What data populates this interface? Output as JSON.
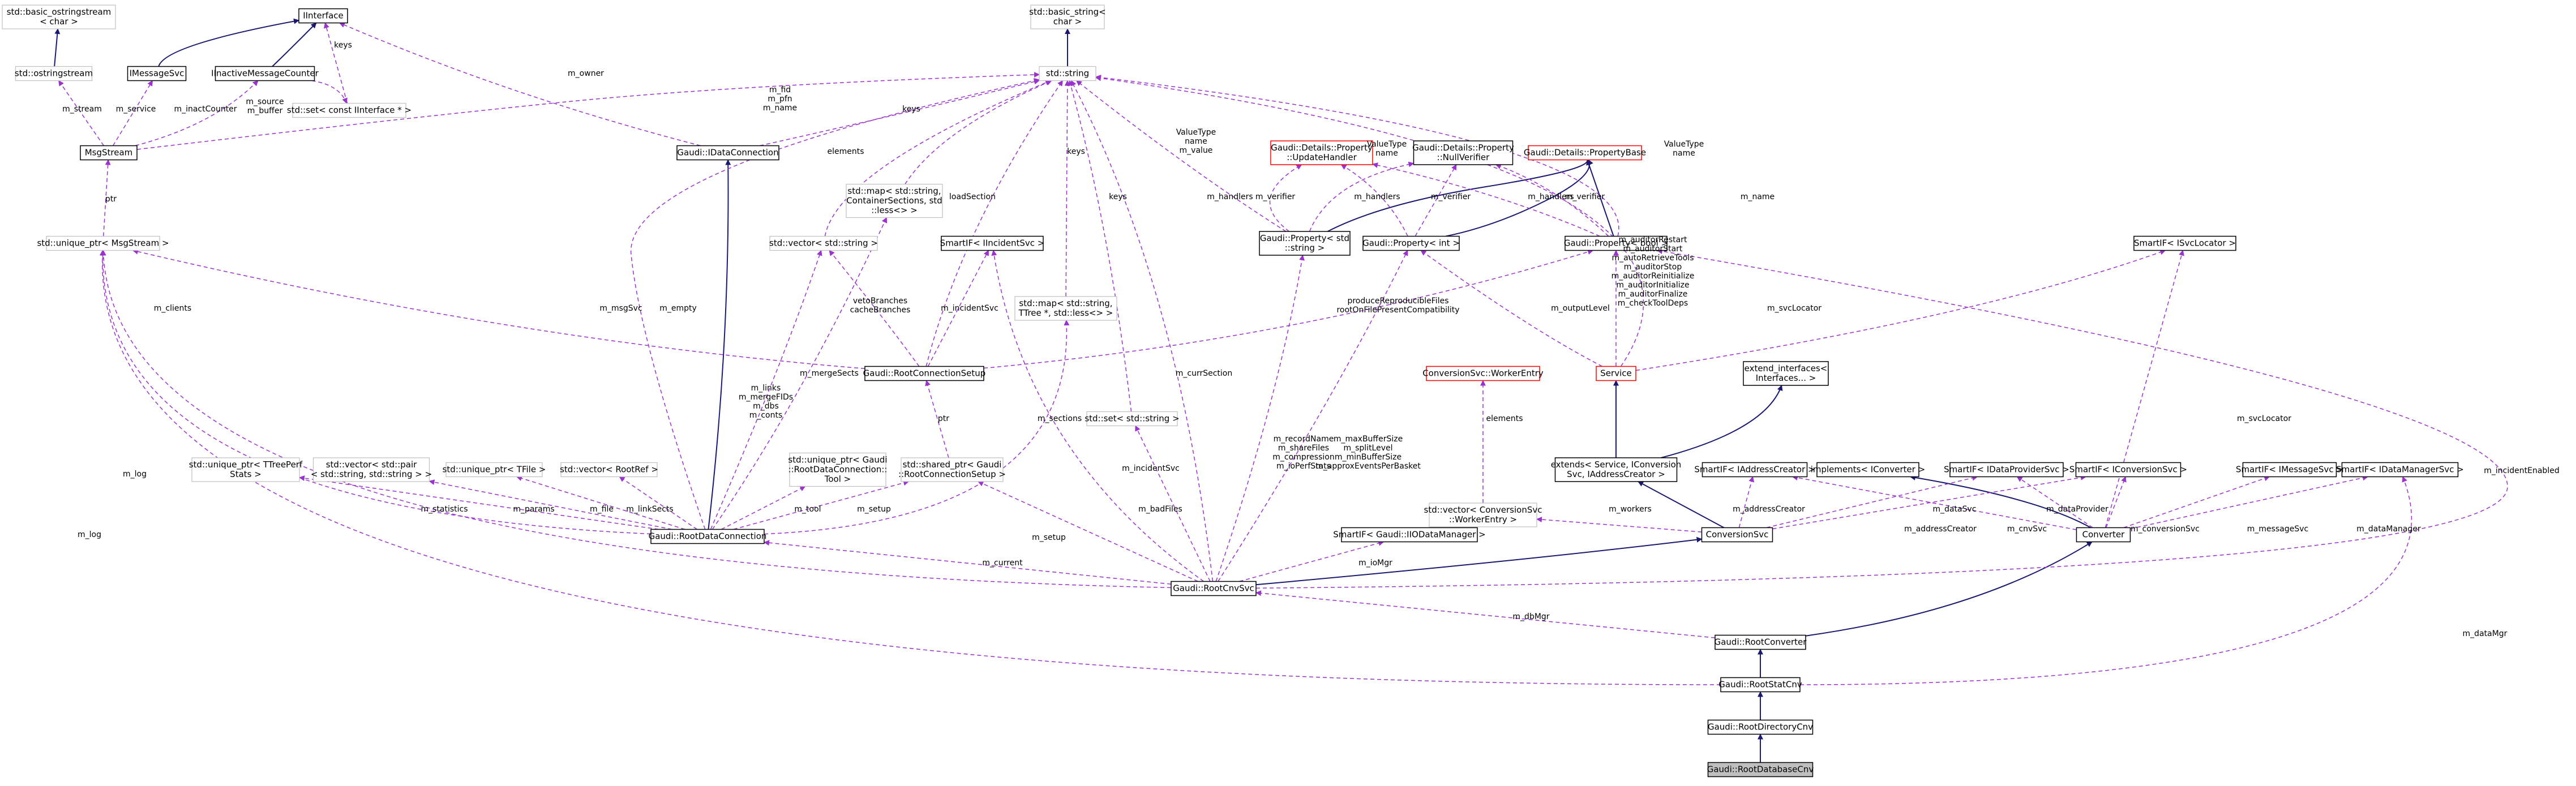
{
  "title": "",
  "colors": {
    "black_border": "#000000",
    "grey_border": "#bfbfbf",
    "red_border": "#ff0000",
    "inheritance_edge": "#191970",
    "usage_edge": "#9a32cd",
    "focus_fill": "#bfbfbf",
    "node_fill": "#ffffff"
  },
  "nodes": [
    {
      "id": "ostream_char",
      "lines": [
        "std::basic_ostringstream",
        "< char >"
      ],
      "style": "grey"
    },
    {
      "id": "ostringstream",
      "lines": [
        "std::ostringstream"
      ],
      "style": "grey"
    },
    {
      "id": "msgstream",
      "lines": [
        "MsgStream"
      ],
      "style": "black"
    },
    {
      "id": "interface",
      "lines": [
        "IInterface"
      ],
      "style": "black"
    },
    {
      "id": "imessagesvc",
      "lines": [
        "IMessageSvc"
      ],
      "style": "black"
    },
    {
      "id": "iinactive",
      "lines": [
        "IInactiveMessageCounter"
      ],
      "style": "black"
    },
    {
      "id": "set_interface",
      "lines": [
        "std::set< const IInterface * >"
      ],
      "style": "grey"
    },
    {
      "id": "uptr_msgstream",
      "lines": [
        "std::unique_ptr< MsgStream >"
      ],
      "style": "grey"
    },
    {
      "id": "basic_string",
      "lines": [
        "std::basic_string<",
        "char >"
      ],
      "style": "grey"
    },
    {
      "id": "string",
      "lines": [
        "std::string"
      ],
      "style": "grey"
    },
    {
      "id": "idataconn",
      "lines": [
        "Gaudi::IDataConnection"
      ],
      "style": "black"
    },
    {
      "id": "vector_string",
      "lines": [
        "std::vector< std::string >"
      ],
      "style": "grey"
    },
    {
      "id": "map_container",
      "lines": [
        "std::map< std::string,",
        "ContainerSections, std",
        "::less<> >"
      ],
      "style": "grey"
    },
    {
      "id": "smartif_incident",
      "lines": [
        "SmartIF< IIncidentSvc >"
      ],
      "style": "black"
    },
    {
      "id": "map_ttree",
      "lines": [
        "std::map< std::string,",
        "TTree *, std::less<> >"
      ],
      "style": "grey"
    },
    {
      "id": "update_handler",
      "lines": [
        "Gaudi::Details::Property",
        "::UpdateHandler"
      ],
      "style": "red"
    },
    {
      "id": "null_verifier",
      "lines": [
        "Gaudi::Details::Property",
        "::NullVerifier"
      ],
      "style": "black"
    },
    {
      "id": "property_base",
      "lines": [
        "Gaudi::Details::PropertyBase"
      ],
      "style": "red"
    },
    {
      "id": "prop_string",
      "lines": [
        "Gaudi::Property< std",
        "::string >"
      ],
      "style": "black"
    },
    {
      "id": "prop_int",
      "lines": [
        "Gaudi::Property< int >"
      ],
      "style": "black"
    },
    {
      "id": "prop_bool",
      "lines": [
        "Gaudi::Property< bool >"
      ],
      "style": "black"
    },
    {
      "id": "smartif_svclocator",
      "lines": [
        "SmartIF< ISvcLocator >"
      ],
      "style": "black"
    },
    {
      "id": "rootconnsetup",
      "lines": [
        "Gaudi::RootConnectionSetup"
      ],
      "style": "black"
    },
    {
      "id": "set_string",
      "lines": [
        "std::set< std::string >"
      ],
      "style": "grey"
    },
    {
      "id": "workerentry",
      "lines": [
        "ConversionSvc::WorkerEntry"
      ],
      "style": "red"
    },
    {
      "id": "service",
      "lines": [
        "Service"
      ],
      "style": "red"
    },
    {
      "id": "extend_interfaces",
      "lines": [
        "extend_interfaces<",
        "Interfaces... >"
      ],
      "style": "black"
    },
    {
      "id": "uptr_ttreeperf",
      "lines": [
        "std::unique_ptr< TTreePerf",
        "Stats >"
      ],
      "style": "grey"
    },
    {
      "id": "vector_pair",
      "lines": [
        "std::vector< std::pair",
        "< std::string, std::string > >"
      ],
      "style": "grey"
    },
    {
      "id": "uptr_tfile",
      "lines": [
        "std::unique_ptr< TFile >"
      ],
      "style": "grey"
    },
    {
      "id": "vector_rootref",
      "lines": [
        "std::vector< RootRef >"
      ],
      "style": "grey"
    },
    {
      "id": "uptr_tool",
      "lines": [
        "std::unique_ptr< Gaudi",
        "::RootDataConnection::",
        "Tool >"
      ],
      "style": "grey"
    },
    {
      "id": "sptr_setup",
      "lines": [
        "std::shared_ptr< Gaudi",
        "::RootConnectionSetup >"
      ],
      "style": "grey"
    },
    {
      "id": "vector_workerentry",
      "lines": [
        "std::vector< ConversionSvc",
        "::WorkerEntry >"
      ],
      "style": "grey"
    },
    {
      "id": "extends_service",
      "lines": [
        "extends< Service, IConversion",
        "Svc, IAddressCreator >"
      ],
      "style": "black"
    },
    {
      "id": "smartif_addr",
      "lines": [
        "SmartIF< IAddressCreator >"
      ],
      "style": "black"
    },
    {
      "id": "implements_iconv",
      "lines": [
        "implements< IConverter >"
      ],
      "style": "black"
    },
    {
      "id": "smartif_dataprov",
      "lines": [
        "SmartIF< IDataProviderSvc >"
      ],
      "style": "black"
    },
    {
      "id": "smartif_convsvc",
      "lines": [
        "SmartIF< IConversionSvc >"
      ],
      "style": "black"
    },
    {
      "id": "smartif_msgsvc",
      "lines": [
        "SmartIF< IMessageSvc >"
      ],
      "style": "black"
    },
    {
      "id": "smartif_datamgr",
      "lines": [
        "SmartIF< IDataManagerSvc >"
      ],
      "style": "black"
    },
    {
      "id": "rootdataconn",
      "lines": [
        "Gaudi::RootDataConnection"
      ],
      "style": "black"
    },
    {
      "id": "smartif_iodm",
      "lines": [
        "SmartIF< Gaudi::IIODataManager >"
      ],
      "style": "black"
    },
    {
      "id": "conversionsvc",
      "lines": [
        "ConversionSvc"
      ],
      "style": "black"
    },
    {
      "id": "converter",
      "lines": [
        "Converter"
      ],
      "style": "black"
    },
    {
      "id": "rootcnvsvc",
      "lines": [
        "Gaudi::RootCnvSvc"
      ],
      "style": "black"
    },
    {
      "id": "rootconverter",
      "lines": [
        "Gaudi::RootConverter"
      ],
      "style": "black"
    },
    {
      "id": "rootstatcnv",
      "lines": [
        "Gaudi::RootStatCnv"
      ],
      "style": "black"
    },
    {
      "id": "rootdircnv",
      "lines": [
        "Gaudi::RootDirectoryCnv"
      ],
      "style": "black"
    },
    {
      "id": "rootdbcnv",
      "lines": [
        "Gaudi::RootDatabaseCnv"
      ],
      "style": "focus"
    }
  ],
  "edge_labels": [
    {
      "id": "l_stream",
      "lines": [
        "m_stream"
      ]
    },
    {
      "id": "l_service",
      "lines": [
        "m_service"
      ]
    },
    {
      "id": "l_inact",
      "lines": [
        "m_inactCounter"
      ]
    },
    {
      "id": "l_source",
      "lines": [
        "m_source",
        "m_buffer"
      ]
    },
    {
      "id": "l_keys_set",
      "lines": [
        "keys"
      ]
    },
    {
      "id": "l_owner",
      "lines": [
        "m_owner"
      ]
    },
    {
      "id": "l_fid",
      "lines": [
        "m_fid",
        "m_pfn",
        "m_name"
      ]
    },
    {
      "id": "l_ptr_msg",
      "lines": [
        "ptr"
      ]
    },
    {
      "id": "l_elements_vs",
      "lines": [
        "elements"
      ]
    },
    {
      "id": "l_keys_map",
      "lines": [
        "keys"
      ]
    },
    {
      "id": "l_keys_ttree",
      "lines": [
        "keys"
      ]
    },
    {
      "id": "l_keys_set2",
      "lines": [
        "keys"
      ]
    },
    {
      "id": "l_loadsection",
      "lines": [
        "loadSection"
      ]
    },
    {
      "id": "l_vt_name_value",
      "lines": [
        "ValueType",
        "name",
        "m_value"
      ]
    },
    {
      "id": "l_vt_name",
      "lines": [
        "ValueType",
        "name"
      ]
    },
    {
      "id": "l_vt_name2",
      "lines": [
        "ValueType",
        "name"
      ]
    },
    {
      "id": "l_handlers1",
      "lines": [
        "m_handlers"
      ]
    },
    {
      "id": "l_verifier1",
      "lines": [
        "m_verifier"
      ]
    },
    {
      "id": "l_handlers2",
      "lines": [
        "m_handlers"
      ]
    },
    {
      "id": "l_verifier2",
      "lines": [
        "m_verifier"
      ]
    },
    {
      "id": "l_handlers3",
      "lines": [
        "m_handlers"
      ]
    },
    {
      "id": "l_verifier3",
      "lines": [
        "m_verifier"
      ]
    },
    {
      "id": "l_name",
      "lines": [
        "m_name"
      ]
    },
    {
      "id": "l_clients",
      "lines": [
        "m_clients"
      ]
    },
    {
      "id": "l_empty",
      "lines": [
        "m_empty"
      ]
    },
    {
      "id": "l_msgsvc",
      "lines": [
        "m_msgSvc"
      ]
    },
    {
      "id": "l_veto",
      "lines": [
        "vetoBranches",
        "cacheBranches"
      ]
    },
    {
      "id": "l_incidentsvc1",
      "lines": [
        "m_incidentSvc"
      ]
    },
    {
      "id": "l_produce",
      "lines": [
        "produceReproducibleFiles",
        "rootOnFilePresentCompatibility"
      ]
    },
    {
      "id": "l_auditor",
      "lines": [
        "m_auditorRestart",
        "m_auditorStart",
        "m_autoRetrieveTools",
        "m_auditorStop",
        "m_auditorReinitialize",
        "m_auditorInitialize",
        "m_auditorFinalize",
        "m_checkToolDeps"
      ]
    },
    {
      "id": "l_outputlevel",
      "lines": [
        "m_outputLevel"
      ]
    },
    {
      "id": "l_svclocator",
      "lines": [
        "m_svcLocator"
      ]
    },
    {
      "id": "l_svclocator2",
      "lines": [
        "m_svcLocator"
      ]
    },
    {
      "id": "l_elements_we",
      "lines": [
        "elements"
      ]
    },
    {
      "id": "l_mergesects",
      "lines": [
        "m_mergeSects"
      ]
    },
    {
      "id": "l_links",
      "lines": [
        "m_links",
        "m_mergeFIDs",
        "m_dbs",
        "m_conts"
      ]
    },
    {
      "id": "l_ptr_setup",
      "lines": [
        "ptr"
      ]
    },
    {
      "id": "l_sections",
      "lines": [
        "m_sections"
      ]
    },
    {
      "id": "l_incidentsvc2",
      "lines": [
        "m_incidentSvc"
      ]
    },
    {
      "id": "l_cursection",
      "lines": [
        "m_currSection"
      ]
    },
    {
      "id": "l_recordname",
      "lines": [
        "m_recordName",
        "m_shareFiles",
        "m_compression",
        "m_ioPerfStats"
      ]
    },
    {
      "id": "l_maxbuffer",
      "lines": [
        "m_maxBufferSize",
        "m_splitLevel",
        "m_minBufferSize",
        "m_approxEventsPerBasket"
      ]
    },
    {
      "id": "l_log1",
      "lines": [
        "m_log"
      ]
    },
    {
      "id": "l_log2",
      "lines": [
        "m_log"
      ]
    },
    {
      "id": "l_statistics",
      "lines": [
        "m_statistics"
      ]
    },
    {
      "id": "l_params",
      "lines": [
        "m_params"
      ]
    },
    {
      "id": "l_file",
      "lines": [
        "m_file"
      ]
    },
    {
      "id": "l_linksects",
      "lines": [
        "m_linkSects"
      ]
    },
    {
      "id": "l_tool",
      "lines": [
        "m_tool"
      ]
    },
    {
      "id": "l_setup1",
      "lines": [
        "m_setup"
      ]
    },
    {
      "id": "l_setup2",
      "lines": [
        "m_setup"
      ]
    },
    {
      "id": "l_current",
      "lines": [
        "m_current"
      ]
    },
    {
      "id": "l_badfiles",
      "lines": [
        "m_badFiles"
      ]
    },
    {
      "id": "l_iomgr",
      "lines": [
        "m_ioMgr"
      ]
    },
    {
      "id": "l_workers",
      "lines": [
        "m_workers"
      ]
    },
    {
      "id": "l_addrcreator1",
      "lines": [
        "m_addressCreator"
      ]
    },
    {
      "id": "l_addrcreator2",
      "lines": [
        "m_addressCreator"
      ]
    },
    {
      "id": "l_datasvc",
      "lines": [
        "m_dataSvc"
      ]
    },
    {
      "id": "l_cnvsvc",
      "lines": [
        "m_cnvSvc"
      ]
    },
    {
      "id": "l_dataprovider",
      "lines": [
        "m_dataProvider"
      ]
    },
    {
      "id": "l_conversionsvc",
      "lines": [
        "m_conversionSvc"
      ]
    },
    {
      "id": "l_messagesvc",
      "lines": [
        "m_messageSvc"
      ]
    },
    {
      "id": "l_datamanager",
      "lines": [
        "m_dataManager"
      ]
    },
    {
      "id": "l_incidentenabled",
      "lines": [
        "m_incidentEnabled"
      ]
    },
    {
      "id": "l_dbmgr",
      "lines": [
        "m_dbMgr"
      ]
    },
    {
      "id": "l_datamgr",
      "lines": [
        "m_dataMgr"
      ]
    }
  ]
}
